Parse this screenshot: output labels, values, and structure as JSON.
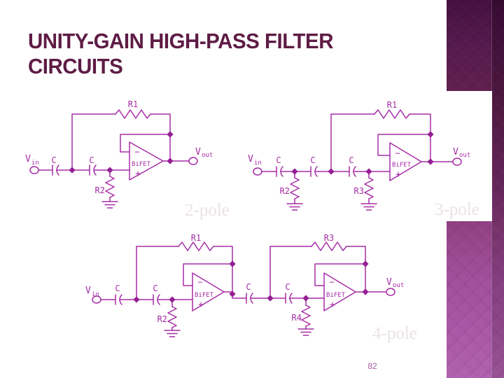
{
  "slide": {
    "title_line1": "UNITY-GAIN HIGH-PASS FILTER",
    "title_line2": "CIRCUITS",
    "page_number": "82"
  },
  "labels": {
    "v": "V",
    "sub_in": "in",
    "sub_out": "out",
    "cap": "C",
    "r1": "R1",
    "r2": "R2",
    "r3": "R3",
    "r4": "R4",
    "opamp": "BiFET",
    "minus": "−",
    "plus": "+"
  },
  "pole_labels": {
    "p2": "2-pole",
    "p3": "3-pole",
    "p4": "4-pole"
  },
  "colors": {
    "circuit_line": "#a52da5",
    "junction_dot": "#951f95",
    "title": "#5e1c44",
    "pole_label": "#eae1e8",
    "page_number": "#a45aa4",
    "ribbon_top": "#451040",
    "ribbon_bottom": "#b062ae"
  }
}
